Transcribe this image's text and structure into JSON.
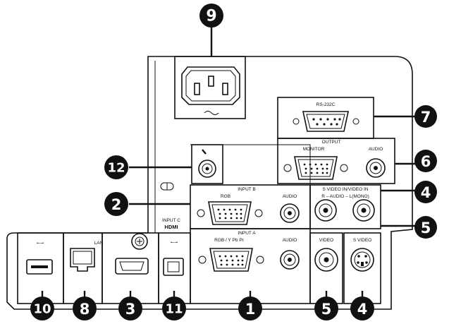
{
  "callouts": {
    "c1": "1",
    "c2": "2",
    "c3": "3",
    "c4a": "4",
    "c4b": "4",
    "c5a": "5",
    "c5b": "5",
    "c6": "6",
    "c7": "7",
    "c8": "8",
    "c9": "9",
    "c10": "10",
    "c11": "11",
    "c12": "12"
  },
  "labels": {
    "rs232c": "RS-232C",
    "output": "OUTPUT",
    "monitor": "MONITOR",
    "audio_out": "AUDIO",
    "input_b": "INPUT B",
    "rgb_b": "RGB",
    "audio_b": "AUDIO",
    "svideo_video_in": "S VIDEO IN/VIDEO IN",
    "r_audio_l": "R – AUDIO – L(MONO)",
    "input_c": "INPUT C",
    "hdmi": "HDMI",
    "input_a": "INPUT A",
    "rgb_ypbpr": "RGB / Y Pb Pr",
    "audio_a": "AUDIO",
    "video": "VIDEO",
    "s_video": "S VIDEO",
    "lan": "LAN"
  },
  "icons": {
    "usb_a": "usb-icon",
    "usb_b": "usb-icon",
    "ac": "ac-tilde-icon",
    "kensington": "security-lock-icon",
    "remote": "wired-remote-icon"
  },
  "colors": {
    "line": "#111111",
    "callout_fill": "#111111",
    "callout_text": "#ffffff",
    "panel_bg": "#ffffff"
  }
}
